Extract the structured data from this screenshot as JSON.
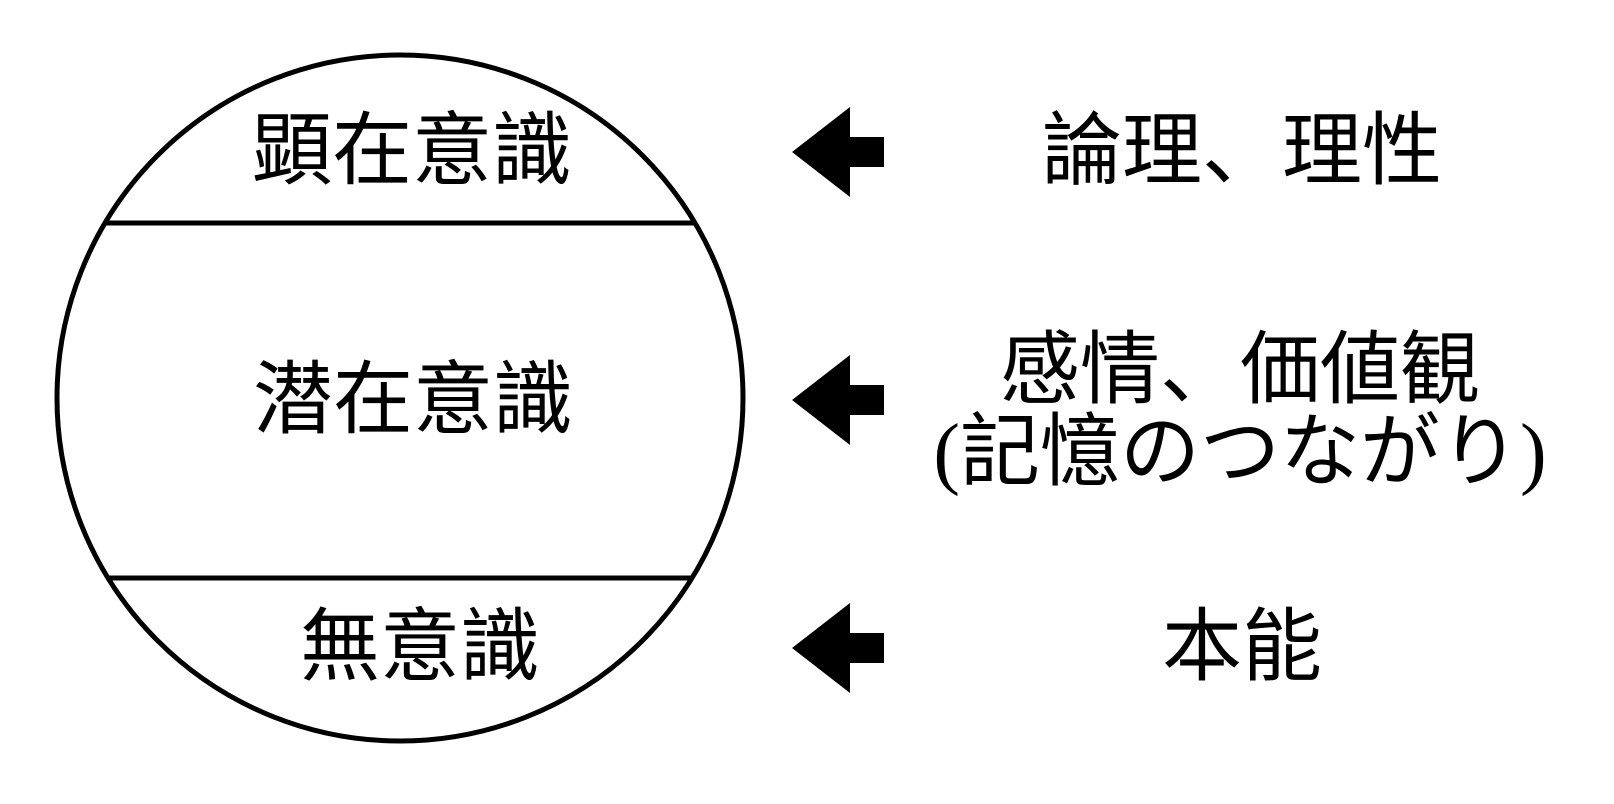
{
  "diagram": {
    "type": "layered-circle",
    "colors": {
      "foreground": "#000000",
      "background": "#ffffff"
    },
    "circle": {
      "sections": [
        {
          "label": "顕在意識"
        },
        {
          "label": "潜在意識"
        },
        {
          "label": "無意識"
        }
      ]
    },
    "arrows": {
      "direction": "left",
      "count": 3,
      "color": "#000000"
    },
    "annotations": [
      {
        "line1": "論理、理性"
      },
      {
        "line1": "感情、価値観",
        "line2": "(記憶のつながり)"
      },
      {
        "line1": "本能"
      }
    ]
  }
}
